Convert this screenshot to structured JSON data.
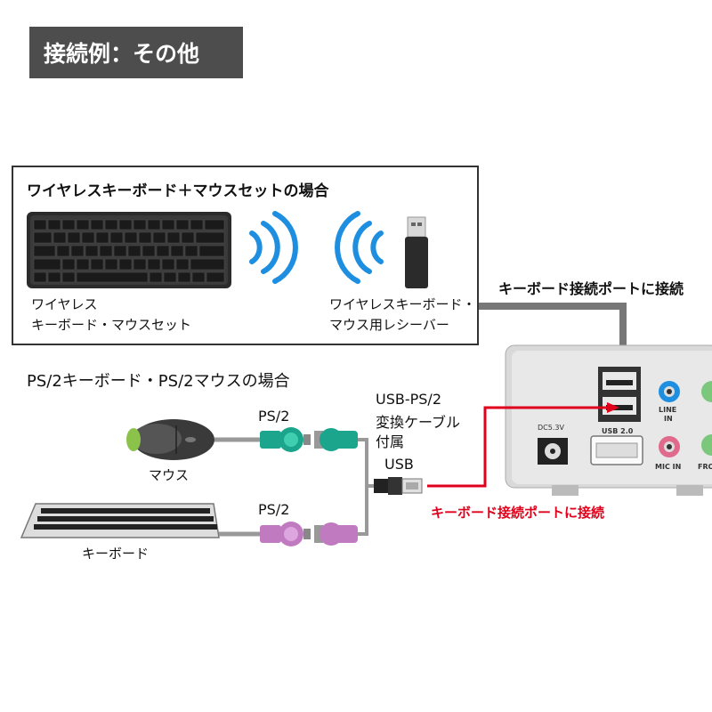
{
  "header": {
    "title": "接続例：その他"
  },
  "wireless_section": {
    "title": "ワイヤレスキーボード＋マウスセットの場合",
    "keyboard_label_line1": "ワイヤレス",
    "keyboard_label_line2": "キーボード・マウスセット",
    "receiver_label_line1": "ワイヤレスキーボード・",
    "receiver_label_line2": "マウス用レシーバー",
    "connect_label": "キーボード接続ポートに接続"
  },
  "ps2_section": {
    "title": "PS/2キーボード・PS/2マウスの場合",
    "mouse_label": "マウス",
    "keyboard_label": "キーボード",
    "ps2_label_mouse": "PS/2",
    "ps2_label_keyboard": "PS/2",
    "adapter_line1": "USB-PS/2",
    "adapter_line2": "変換ケーブル",
    "adapter_line3": "付属",
    "usb_label": "USB",
    "connect_label": "キーボード接続ポートに接続"
  },
  "device_panel": {
    "usb_label": "USB 2.0",
    "dc_label": "DC5.3V",
    "line_in_label_1": "LINE",
    "line_in_label_2": "IN",
    "mic_in_label": "MIC IN",
    "front_label": "FRO"
  },
  "colors": {
    "header_bg": "#4d4d4d",
    "wave_blue": "#1e8fe0",
    "ps2_green": "#1aa58c",
    "ps2_purple": "#c07ac0",
    "red_line": "#e0001b",
    "gray_line": "#777777"
  }
}
